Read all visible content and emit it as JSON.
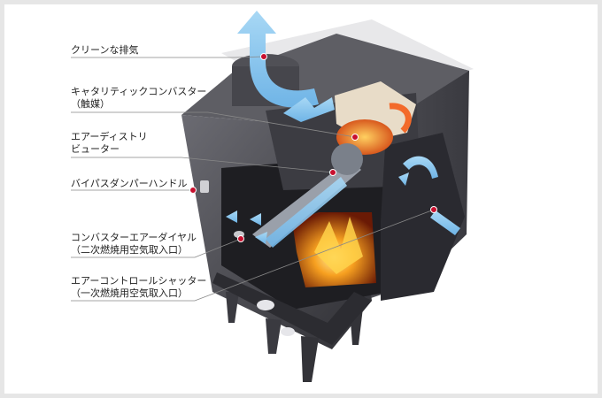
{
  "labels": {
    "clean_exhaust": "クリーンな排気",
    "catalytic_line1": "キャタリティックコンバスター",
    "catalytic_line2": "（触媒）",
    "air_dist_line1": "エアーディストリ",
    "air_dist_line2": "ビューター",
    "bypass_damper": "バイパスダンパーハンドル",
    "combustor_air_line1": "コンバスターエアーダイヤル",
    "combustor_air_line2": "（二次燃焼用空気取入口）",
    "air_control_line1": "エアーコントロールシャッター",
    "air_control_line2": "（一次燃焼用空気取入口）"
  },
  "colors": {
    "marker": "#c8102e",
    "airflow": "#8ec9ef",
    "stove_body": "#4a4a4f",
    "fire": "#f08a1e",
    "leader_line": "#888888"
  }
}
